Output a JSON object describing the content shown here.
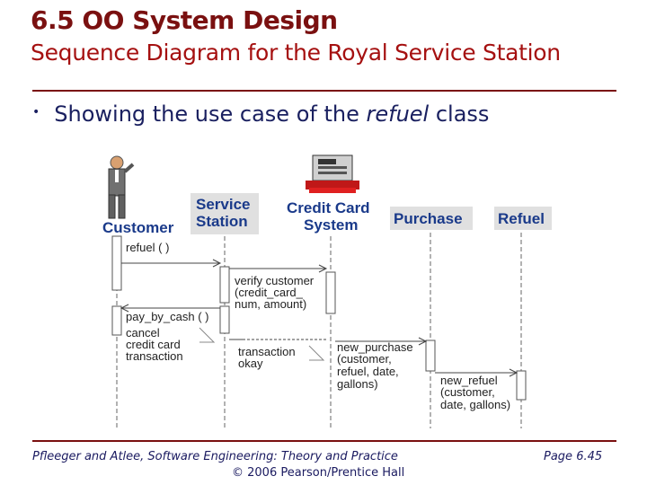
{
  "slide": {
    "title": "6.5 OO System Design",
    "subtitle": "Sequence Diagram for the Royal Service Station",
    "bullet_prefix": "Showing the use case of the",
    "bullet_italic": "refuel",
    "bullet_suffix": "class"
  },
  "diagram": {
    "participants": {
      "customer": "Customer",
      "service_line1": "Service",
      "service_line2": "Station",
      "credit_line1": "Credit Card",
      "credit_line2": "System",
      "purchase": "Purchase",
      "refuel": "Refuel"
    },
    "messages": {
      "m1": "refuel ( )",
      "m2_l1": "verify customer",
      "m2_l2": "(credit_card_",
      "m2_l3": "num, amount)",
      "m3": "pay_by_cash ( )",
      "m4_l1": "cancel",
      "m4_l2": "credit card",
      "m4_l3": "transaction",
      "m5_l1": "transaction",
      "m5_l2": "okay",
      "m6_l1": "new_purchase",
      "m6_l2": "(customer,",
      "m6_l3": "refuel, date,",
      "m6_l4": "gallons)",
      "m7_l1": "new_refuel",
      "m7_l2": "(customer,",
      "m7_l3": "date, gallons)"
    },
    "colors": {
      "label_bg": "#e0e0e0",
      "label_text": "#1a3a8a",
      "lifeline": "#666666"
    }
  },
  "footer": {
    "left": "Pfleeger and Atlee, Software Engineering: Theory and Practice",
    "center": "© 2006 Pearson/Prentice Hall",
    "right": "Page 6.45"
  }
}
